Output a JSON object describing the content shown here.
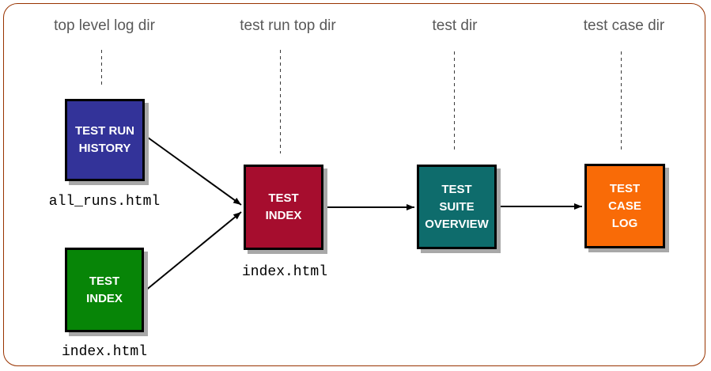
{
  "columns": [
    {
      "label": "top level log dir"
    },
    {
      "label": "test run top dir"
    },
    {
      "label": "test dir"
    },
    {
      "label": "test case dir"
    }
  ],
  "nodes": {
    "test_run_history": {
      "lines": [
        "TEST RUN",
        "HISTORY"
      ],
      "color": "#333399",
      "file": "all_runs.html"
    },
    "test_index_top": {
      "lines": [
        "TEST",
        "INDEX"
      ],
      "color": "#078507",
      "file": "index.html"
    },
    "test_index_run": {
      "lines": [
        "TEST",
        "INDEX"
      ],
      "color": "#A60D2E",
      "file": "index.html"
    },
    "test_suite_overview": {
      "lines": [
        "TEST",
        "SUITE",
        "OVERVIEW"
      ],
      "color": "#0E6C6C"
    },
    "test_case_log": {
      "lines": [
        "TEST",
        "CASE",
        "LOG"
      ],
      "color": "#F96B07"
    }
  },
  "colors": {
    "frame_border": "#993300",
    "box_border": "#000000",
    "box_text": "#ffffff",
    "box_shadow": "#a8a8a8",
    "header_text": "#595959",
    "arrow": "#000000"
  }
}
